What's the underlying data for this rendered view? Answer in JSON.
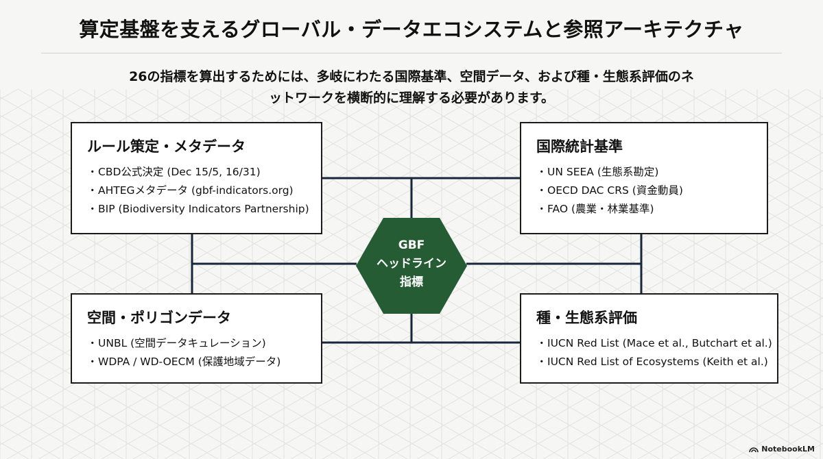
{
  "title": "算定基盤を支えるグローバル・データエコシステムと参照アーキテクチャ",
  "subtitle": {
    "line1": "26の指標を算出するためには、多岐にわたる国際基準、空間データ、および種・生態系評価のネ",
    "line2": "ットワークを横断的に理解する必要があります。"
  },
  "center": {
    "line1": "GBF",
    "line2": "ヘッドライン",
    "line3": "指標",
    "color": "#255c33"
  },
  "boxes": {
    "rules": {
      "title": "ルール策定・メタデータ",
      "items": [
        "CBD公式決定 (Dec 15/5, 16/31)",
        "AHTEGメタデータ (gbf-indicators.org)",
        "BIP (Biodiversity Indicators Partnership)"
      ]
    },
    "stats": {
      "title": "国際統計基準",
      "items": [
        "UN SEEA (生態系勘定)",
        "OECD DAC CRS (資金動員)",
        "FAO (農業・林業基準)"
      ]
    },
    "spatial": {
      "title": "空間・ポリゴンデータ",
      "items": [
        "UNBL (空間データキュレーション)",
        "WDPA / WD-OECM (保護地域データ)"
      ]
    },
    "eco": {
      "title": "種・生態系評価",
      "items": [
        "IUCN Red List (Mace et al., Butchart et al.)",
        "IUCN Red List of Ecosystems (Keith et al.)"
      ]
    }
  },
  "bullet": "・",
  "brand": "NotebookLM",
  "colors": {
    "line": "#17263a",
    "grid": "#e2e2de"
  }
}
